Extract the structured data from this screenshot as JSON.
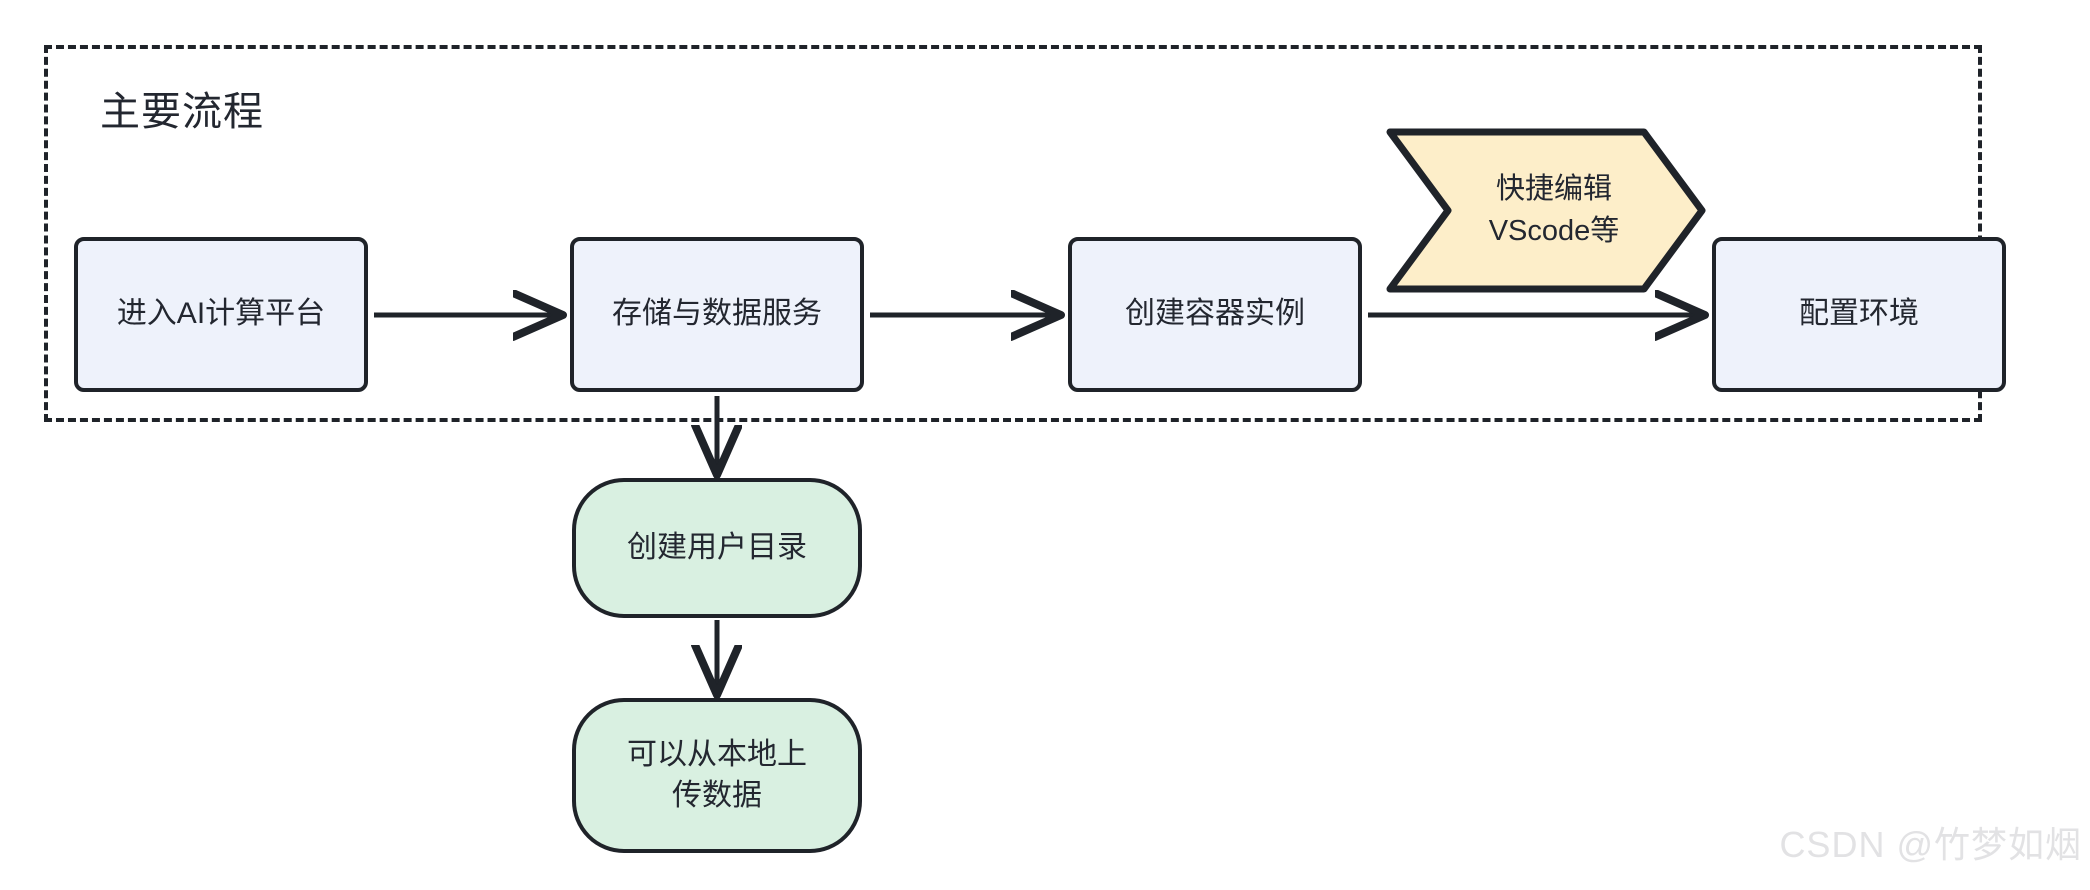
{
  "diagram": {
    "type": "flowchart",
    "direction": "left-to-right",
    "subgraph": {
      "title": "主要流程",
      "border_style": "dashed",
      "border_color": "#1f2329"
    },
    "colors": {
      "process_fill": "#eef2fb",
      "rounded_fill": "#d9f0e1",
      "banner_fill": "#fdeec9",
      "stroke": "#1f2329",
      "text": "#232730",
      "watermark": "#e2e2e4"
    },
    "nodes": [
      {
        "id": "platform",
        "label": "进入AI计算平台",
        "shape": "rect",
        "group": "主要流程"
      },
      {
        "id": "storage",
        "label": "存储与数据服务",
        "shape": "rect",
        "group": "主要流程"
      },
      {
        "id": "container",
        "label": "创建容器实例",
        "shape": "rect",
        "group": "主要流程"
      },
      {
        "id": "env",
        "label": "配置环境",
        "shape": "rect",
        "group": "主要流程"
      },
      {
        "id": "userdir",
        "label": "创建用户目录",
        "shape": "stadium",
        "group": ""
      },
      {
        "id": "upload",
        "label_line1": "可以从本地上",
        "label_line2": "传数据",
        "shape": "stadium",
        "group": ""
      }
    ],
    "banner": {
      "id": "quick-edit",
      "shape": "chevron",
      "line1": "快捷编辑",
      "line2": "VScode等"
    },
    "edges": [
      {
        "from": "platform",
        "to": "storage",
        "label": "",
        "arrow": "right"
      },
      {
        "from": "storage",
        "to": "container",
        "label": "",
        "arrow": "right"
      },
      {
        "from": "container",
        "to": "env",
        "label": "",
        "arrow": "right"
      },
      {
        "from": "storage",
        "to": "userdir",
        "label": "",
        "arrow": "down"
      },
      {
        "from": "userdir",
        "to": "upload",
        "label": "",
        "arrow": "down"
      }
    ]
  },
  "watermark": {
    "text": "CSDN @竹梦如烟"
  }
}
